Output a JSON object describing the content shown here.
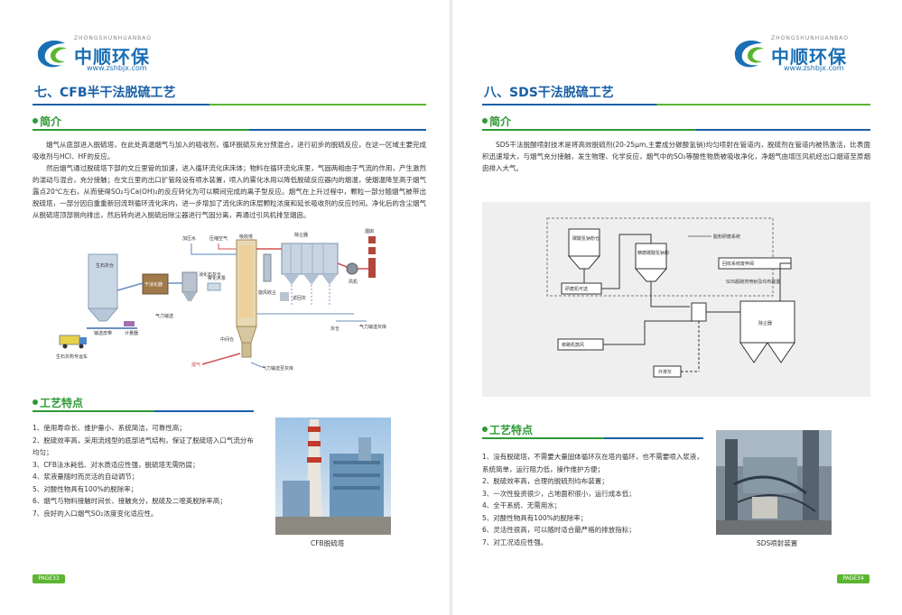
{
  "brand": {
    "pinyin": "ZHONGSHUNHUANBAO",
    "name": "中顺环保",
    "url": "www.zshbjx.com"
  },
  "left": {
    "title": "七、CFB半干法脱硫工艺",
    "intro_heading": "简介",
    "intro_paragraphs": [
      "烟气从底部进入脱硫塔，在此处高温烟气与加入的吸收剂，循环脱硫灰充分预混合，进行初步的脱硫反应，在这一区域主要完成吸收剂与HCl、HF的反应。",
      "然后烟气通过脱硫塔下部的文丘里管的加速，进入循环流化床床体；物料在循环流化床里，气固两相由于气流的作用，产生激烈的湍动与混合，充分接触；在文丘里的出口扩管段设有喷水装置，喷入的雾化水用以降低脱硫反应器内的烟温，使烟温降至高于烟气露点20℃左右，从而使得SO₂与Ca(OH)₂的反应转化为可以瞬间完成的离子型反应。烟气在上升过程中，颗粒一部分随烟气被带出脱硫塔，一部分因自重重新回流到循环流化床内，进一步增加了流化床的床层颗粒浓度和延长吸收剂的反应时间。净化后的含尘烟气从脱硫塔顶部侧向排出，然后转向进入脱硫后除尘器进行气固分离，再通过引风机排至烟囱。"
    ],
    "diagram_labels": {
      "silo": "生石灰仓",
      "truck": "生石灰购专运车",
      "screw": "计量器",
      "feed": "输送皮带",
      "digester": "干消化器",
      "slaked_bin": "消化石灰仓",
      "air_transport": "气力输送",
      "water": "加压水",
      "air": "压缩空气",
      "atomizer": "雾化水泵",
      "tower_body": "吸收塔",
      "filter": "除尘器",
      "stack": "烟囱",
      "fan": "风机",
      "ash_return": "返回灰",
      "ash_bin": "灰仓",
      "ash_out": "气力输送灰库",
      "cyclone": "旋风收尘",
      "middle_bin": "中间仓",
      "flue": "烟气",
      "pneumatic_out": "气力输送至灰库"
    },
    "features_heading": "工艺特点",
    "features": [
      "1、使用寿命长、维护量小、系统简洁，可靠性高；",
      "2、脱硫效率高，采用流线型的底部进气结构，保证了脱硫塔入口气流分布均匀；",
      "3、CFB法水耗低、对水质适应性强，脱硫塔无需防腐；",
      "4、浆液量随时而灵活的自动调节；",
      "5、对酸性物具有100%的脱除率；",
      "6、烟气与物料接触时间长、接触充分，脱硫及二噁英脱除率高；",
      "7、良好的入口烟气SO₂浓度变化适应性。"
    ],
    "photo_caption": "CFB脱硫塔",
    "page_number": "PAGE33"
  },
  "right": {
    "title": "八、SDS干法脱硫工艺",
    "intro_heading": "简介",
    "intro_paragraph": "SDS干法脱酸喷射技术是将高效脱硫剂(20-25μm,主要成分碳酸氢钠)均匀喷射在管道内，脱硫剂在管道内被热激活，比表面积迅速增大，与烟气充分接触，发生物理、化学反应，烟气中的SO₂等酸性物质被吸收净化，净烟气由增压风机经出口烟道至原烟囱排入大气。",
    "diagram_labels": {
      "bicarb_bin": "碳酸氢钠粉仓",
      "grind_bin": "精磨碳酸氢钠粉",
      "mill": "研磨机可选",
      "mill_system": "脱粉研磨系统",
      "spray": "SDS脱硫剂喷射及均布装置",
      "ash_treat": "回收系统废弃阀",
      "collector": "除尘器",
      "fan": "旁路机鼓风",
      "outlet": "外排灰"
    },
    "features_heading": "工艺特点",
    "features": [
      "1、没有脱硫塔，不需要大量固体循环灰在塔内循环，也不需要喷入浆液，系统简单，运行阻力低，操作维护方便；",
      "2、脱硫效率高，合理的脱硫剂均布装置；",
      "3、一次性投资很少，占地面积很小，运行成本低；",
      "4、全干系统、无需用水；",
      "5、对酸性物具有100%的脱除率；",
      "6、灵活性很高，可以随时适合最严格的排放指标；",
      "7、对工况适应性强。"
    ],
    "photo_caption": "SDS喷射装置",
    "page_number": "PAGE34"
  },
  "colors": {
    "brand_blue": "#1a5fa8",
    "brand_green": "#2e9a36",
    "page_badge": "#5cb531"
  }
}
